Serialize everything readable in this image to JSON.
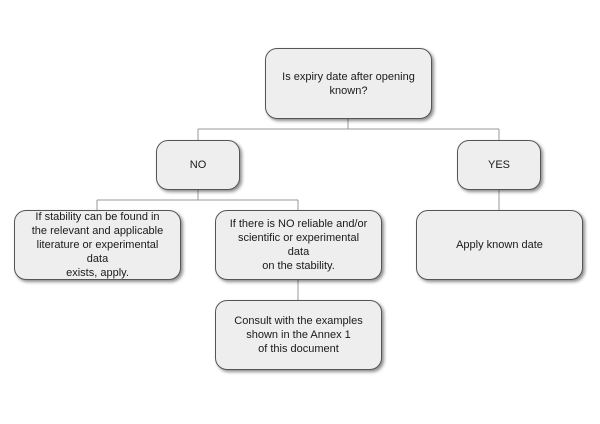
{
  "diagram": {
    "root": {
      "label": "Is expiry date after opening\nknown?"
    },
    "no": {
      "label": "NO"
    },
    "yes": {
      "label": "YES"
    },
    "literature": {
      "label": "If stability can be found in\nthe relevant and applicable\nliterature or experimental data\nexists, apply."
    },
    "no_data": {
      "label": "If there is NO reliable and/or\nscientific or experimental data\non the stability."
    },
    "apply_known": {
      "label": "Apply known date"
    },
    "consult": {
      "label": "Consult with the examples\nshown in the Annex 1\nof this document"
    }
  },
  "colors": {
    "box_fill": "#eeeeee",
    "box_border": "#555555",
    "connector": "#999999"
  }
}
